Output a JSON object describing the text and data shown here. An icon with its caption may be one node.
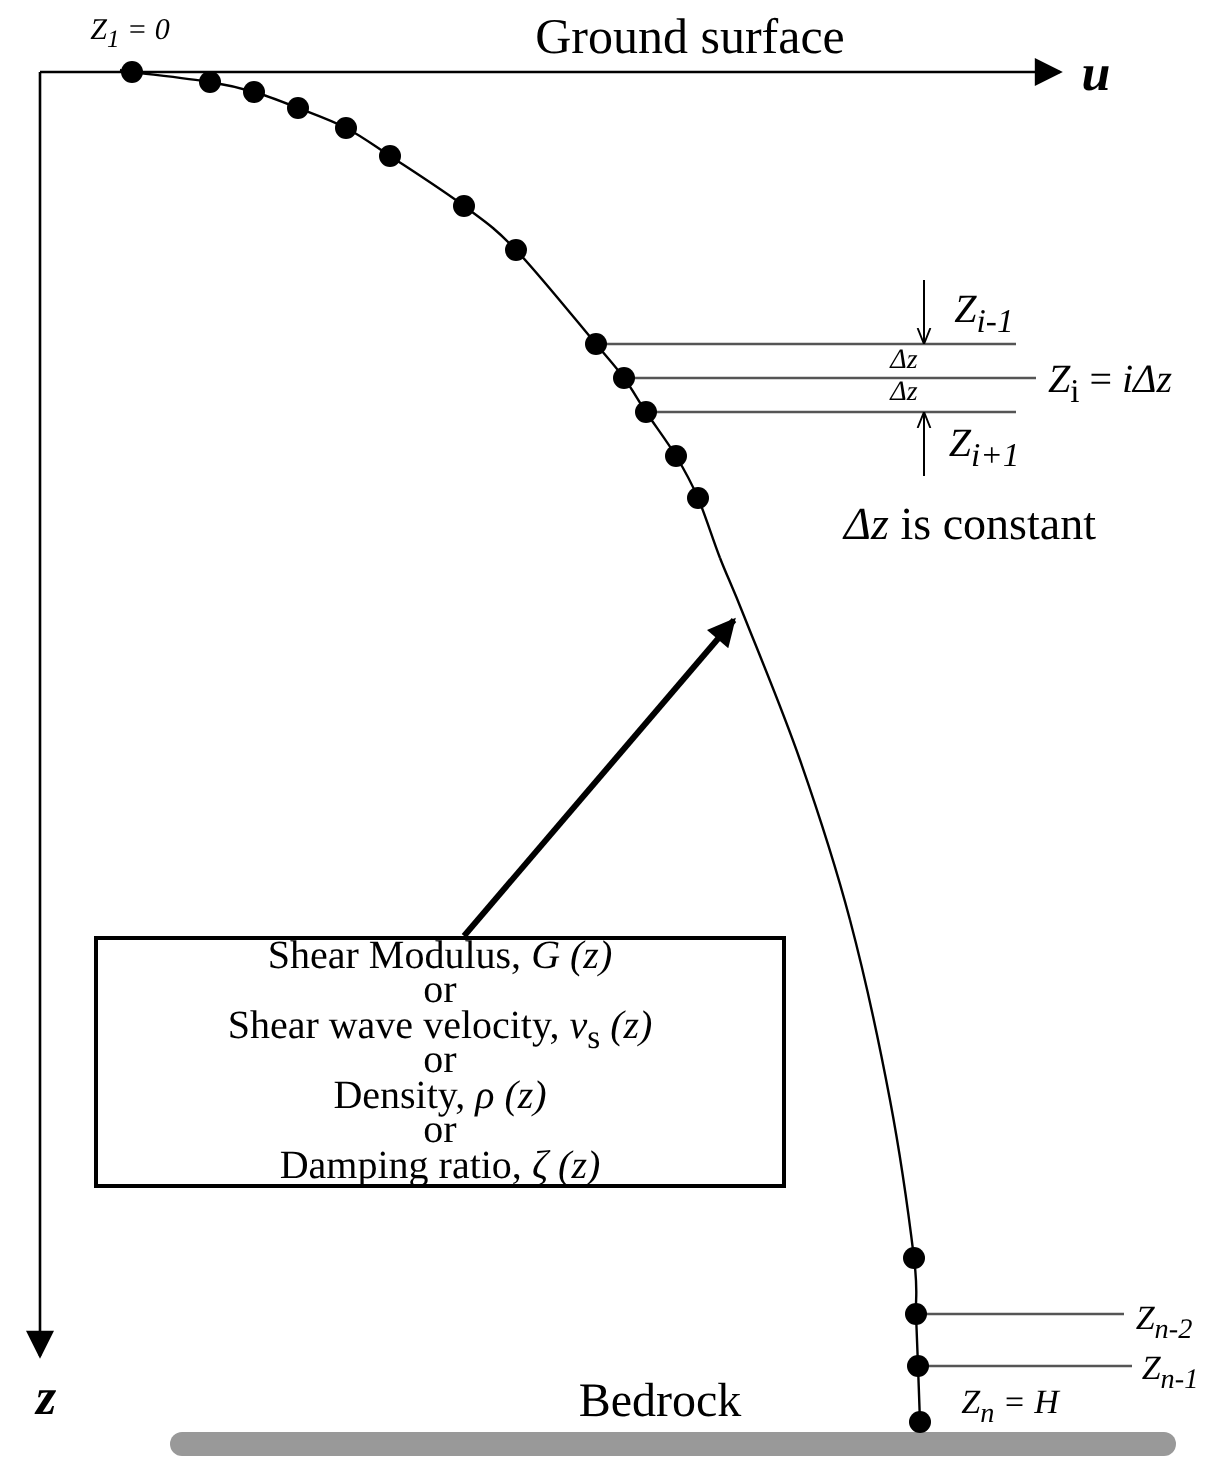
{
  "diagram": {
    "nodes": [
      {
        "text": [
          "Shear Modulus, *G (z)*",
          "or",
          "Shear wave velocity, *v*$_{s}$ *(z)*",
          "or",
          "Density, *ρ (z)*",
          "or",
          "Damping ratio, *ζ (z)*"
        ]
      },
      {
        "text": [],
        "shape": "curve"
      }
    ],
    "edges": [
      {
        "from": 0,
        "to": 1,
        "arrow": "to"
      }
    ],
    "labels": [
      "Z$_{1}$ = 0",
      "Ground surface",
      "u",
      "Z$_{i-1}$",
      "Δz",
      "*Z*$_{i}$ = *iΔz*",
      "Δz",
      "Z$_{i+1}$",
      "*Δz* is constant",
      "z",
      "Z$_{n-2}$",
      "Z$_{n-1}$",
      "Bedrock",
      "Z$_{n}$ = H"
    ]
  }
}
